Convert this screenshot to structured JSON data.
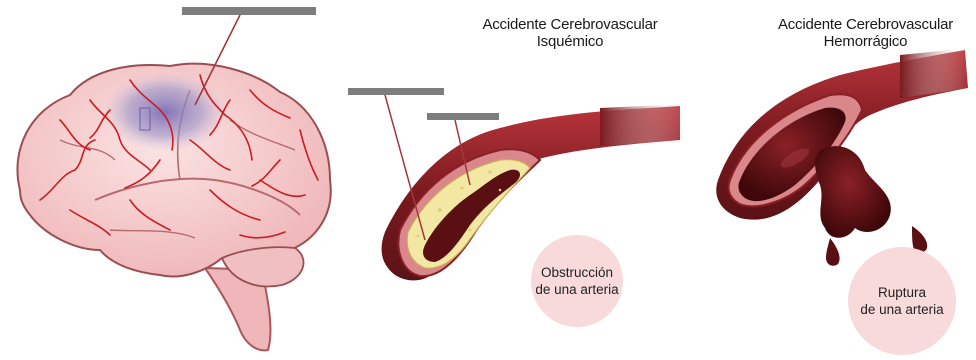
{
  "colors": {
    "vessel_dark": "#7a1a1f",
    "vessel_mid": "#a5252c",
    "vessel_light": "#d9878b",
    "plaque": "#f3e7a4",
    "blood": "#5a0f12",
    "brain_fill": "#f4c9c9",
    "brain_vein": "#cc1c20",
    "stroke_area": "#8e86c0",
    "label_bar": "#7d7d7d",
    "caption_circle": "#f9dada"
  },
  "ischemic": {
    "title_line1": "Accidente Cerebrovascular",
    "title_line2": "Isquémico",
    "caption_line1": "Obstrucción",
    "caption_line2": "de una arteria"
  },
  "hemorrhagic": {
    "title_line1": "Accidente Cerebrovascular",
    "title_line2": "Hemorrágico",
    "caption_line1": "Ruptura",
    "caption_line2": "de una arteria"
  }
}
